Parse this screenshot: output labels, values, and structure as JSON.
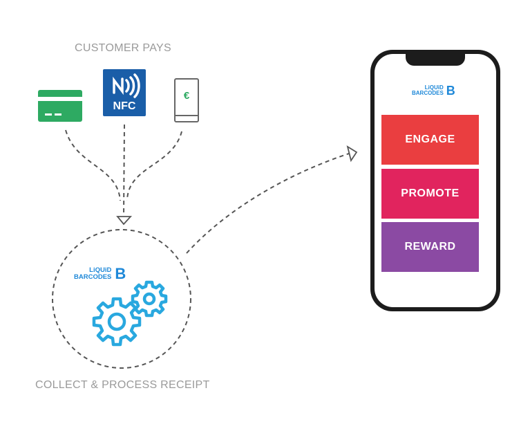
{
  "captions": {
    "customer_pays": "CUSTOMER PAYS",
    "collect_process": "COLLECT & PROCESS RECEIPT"
  },
  "payment_methods": [
    {
      "name": "card-icon"
    },
    {
      "name": "nfc-icon",
      "label": "NFC"
    },
    {
      "name": "mobile-wallet-icon",
      "symbol": "€"
    }
  ],
  "brand": {
    "line1": "LiQUiD",
    "line2": "BARCODES",
    "mark": "B"
  },
  "phone": {
    "buttons": [
      {
        "label": "ENGAGE",
        "color": "#ea3e40"
      },
      {
        "label": "PROMOTE",
        "color": "#e1245e"
      },
      {
        "label": "REWARD",
        "color": "#8b4aa3"
      }
    ]
  },
  "colors": {
    "card_green": "#2eaa62",
    "nfc_blue": "#1a5ea8",
    "brand_blue": "#1e88d8",
    "gear_blue": "#29a8df",
    "caption_gray": "#9a9a9a",
    "dash_gray": "#555555"
  }
}
